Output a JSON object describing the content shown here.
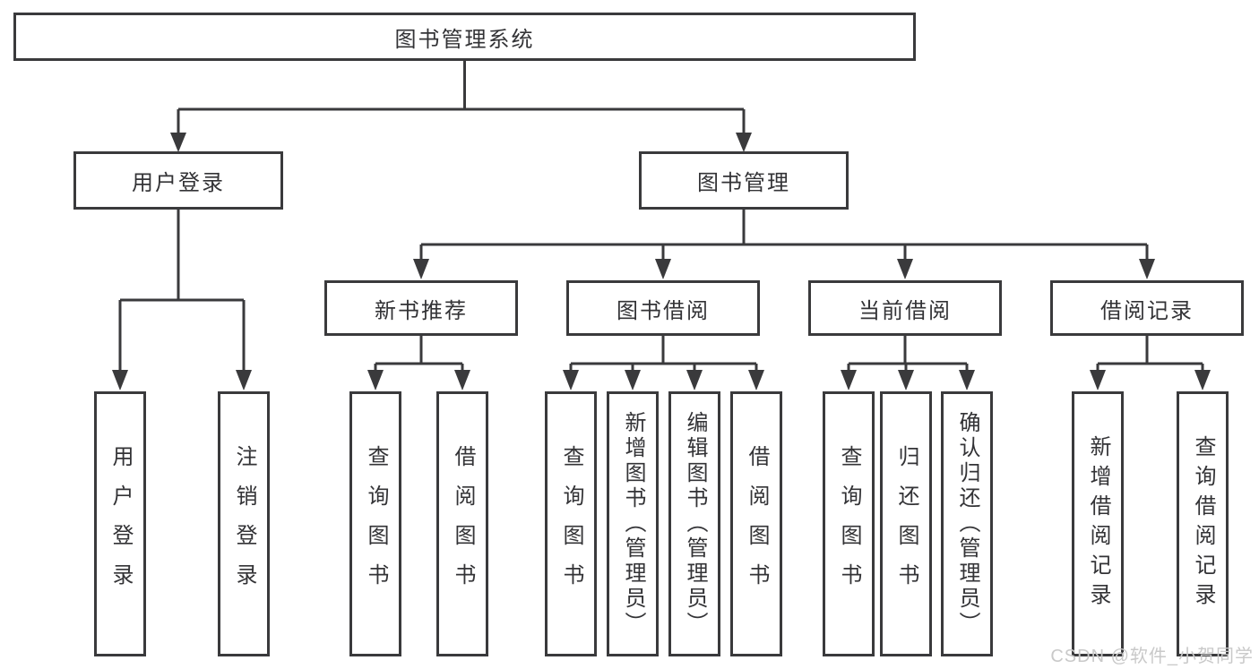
{
  "diagram_title": "图书管理系统",
  "nodes": {
    "root": "图书管理系统",
    "user_login": "用户登录",
    "book_mgmt": "图书管理",
    "new_books": "新书推荐",
    "book_borrow": "图书借阅",
    "current_borrow": "当前借阅",
    "borrow_records": "借阅记录",
    "leaf_user_login": "用户登录",
    "leaf_logout": "注销登录",
    "leaf_nb_query": "查询图书",
    "leaf_nb_borrow": "借阅图书",
    "leaf_bb_query": "查询图书",
    "leaf_bb_add": "新增图书（管理员）",
    "leaf_bb_edit": "编辑图书（管理员）",
    "leaf_bb_borrow": "借阅图书",
    "leaf_cb_query": "查询图书",
    "leaf_cb_return": "归还图书",
    "leaf_cb_confirm": "确认归还（管理员）",
    "leaf_br_add": "新增借阅记录",
    "leaf_br_query": "查询借阅记录"
  },
  "watermark": {
    "text": "CSDN @软件_小贺同学"
  },
  "colors": {
    "line": "#3a3a3c",
    "text": "#333336",
    "watermark": "#c9c9c9",
    "background": "#ffffff"
  }
}
